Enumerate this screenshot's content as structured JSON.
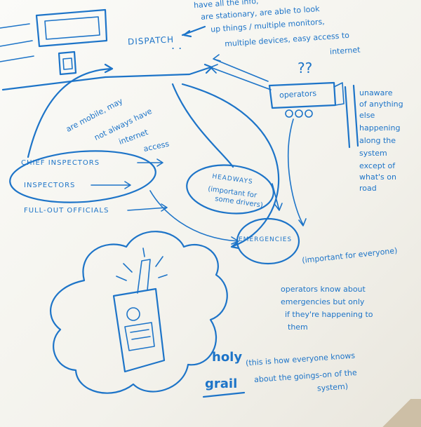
{
  "dispatch": {
    "label": "DISPATCH"
  },
  "dispatch_notes": {
    "line1": "have all the info,",
    "line2": "are stationary, are able to look",
    "line3": "up things / multiple monitors,",
    "line4": "multiple devices, easy access to",
    "line5": "internet"
  },
  "operators": {
    "question": "??",
    "label": "operators"
  },
  "unaware_note": [
    "unaware",
    "of anything",
    "else",
    "happening",
    "along the",
    "system",
    "except of",
    "what's on",
    "road"
  ],
  "roles": {
    "chief_inspectors": "CHIEF INSPECTORS",
    "inspectors": "INSPECTORS",
    "full_out_officials": "FULL-OUT OFFICIALS"
  },
  "mobile_note": {
    "line1": "are mobile, may",
    "line2": "not always have",
    "line3": "internet",
    "line4": "access"
  },
  "headways": {
    "title": "HEADWAYS",
    "sub1": "(important for",
    "sub2": "some drivers)"
  },
  "emergencies": {
    "title": "EMERGENCIES",
    "sub": "(important for everyone)"
  },
  "operators_note": {
    "line1": "operators know about",
    "line2": "emergencies but only",
    "line3": "if they're happening to",
    "line4": "them"
  },
  "holy_grail": {
    "word1": "holy",
    "word2": "grail",
    "note1": "(this is how everyone knows",
    "note2": "about the goings-on of the",
    "note3": "system)"
  }
}
